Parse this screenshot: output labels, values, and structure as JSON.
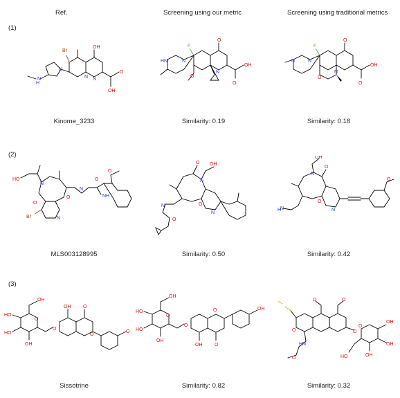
{
  "headers": [
    "Ref.",
    "Screening using our metric",
    "Screening using traditional metrics"
  ],
  "rows": [
    {
      "label": "(1)",
      "captions": [
        "Kinome_3233",
        "Similarity: 0.19",
        "Similarity: 0.18"
      ]
    },
    {
      "label": "(2)",
      "captions": [
        "MLS003128995",
        "Similarity: 0.50",
        "Similarity: 0.42"
      ]
    },
    {
      "label": "(3)",
      "captions": [
        "Sissotrine",
        "Similarity: 0.82",
        "Similarity: 0.32"
      ]
    }
  ],
  "atoms": {
    "br": "Br",
    "oh": "OH",
    "ho": "HO",
    "o": "O",
    "n": "N",
    "nh": "NH",
    "hn": "HN",
    "h": "H",
    "f": "F"
  },
  "colors": {
    "nitrogen": "#1f3dd8",
    "oxygen": "#e01010",
    "bromine": "#a8421b",
    "fluorine": "#4fbe3a",
    "sulfur": "#c9b400"
  }
}
